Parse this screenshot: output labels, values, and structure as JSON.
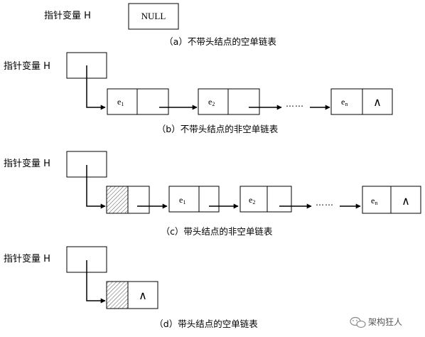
{
  "label_pointer_var": "指针变量 H",
  "null_text": "NULL",
  "captions": {
    "a": "（a）不带头结点的空单链表",
    "b": "（b）不带头结点的非空单链表",
    "c": "（c）带头结点的非空单链表",
    "d": "（d）带头结点的空单链表"
  },
  "node_letter": "e",
  "node_indices": {
    "first": "1",
    "second": "2",
    "last": "n"
  },
  "null_pointer_symbol": "∧",
  "ellipsis": "……",
  "watermark": "架构狂人",
  "colors": {
    "line": "#000000",
    "hatch": "#555555",
    "wechat_icon": "#8a8a8a"
  },
  "icons": {
    "watermark_logo": "wechat-icon"
  }
}
